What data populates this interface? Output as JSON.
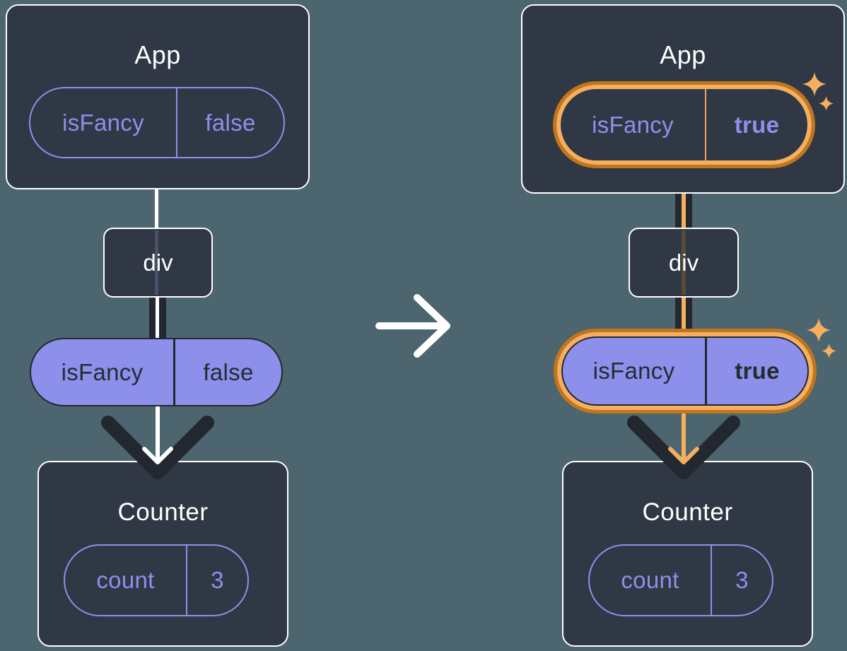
{
  "colors": {
    "background": "#4C656F",
    "box_fill": "#303845",
    "box_border": "#FFFFFF",
    "purple": "#8C90EA",
    "dark_ink": "#23272F",
    "orange": "#F5AF5E",
    "orange_dark": "#C1761D",
    "white": "#FFFFFF"
  },
  "icons": {
    "transition": "arrow-right-icon",
    "flow": "arrow-down-icon",
    "highlight": "sparkle-icon"
  },
  "before": {
    "app": {
      "title": "App",
      "prop": {
        "key": "isFancy",
        "value": "false"
      }
    },
    "div": {
      "label": "div"
    },
    "passed_prop": {
      "key": "isFancy",
      "value": "false"
    },
    "counter": {
      "title": "Counter",
      "state": {
        "key": "count",
        "value": "3"
      }
    }
  },
  "after": {
    "app": {
      "title": "App",
      "prop": {
        "key": "isFancy",
        "value": "true"
      }
    },
    "div": {
      "label": "div"
    },
    "passed_prop": {
      "key": "isFancy",
      "value": "true"
    },
    "counter": {
      "title": "Counter",
      "state": {
        "key": "count",
        "value": "3"
      }
    }
  }
}
